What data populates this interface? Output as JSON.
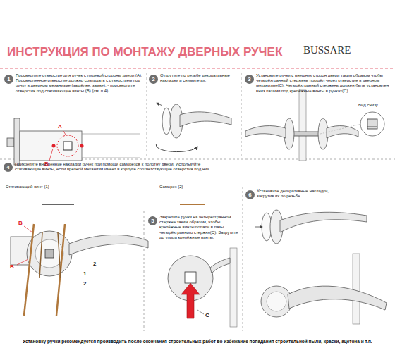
{
  "diagram": {
    "title": "ИНСТРУКЦИЯ ПО МОНТАЖУ ДВЕРНЫХ РУЧЕК",
    "caption": "Установку ручки рекомендуется производить после окончания строительных работ во избежание попадания строительной пыли, краски, ацетона и т.п.",
    "nodes": [
      {
        "text": [
          "1"
        ]
      },
      {
        "text": [
          "2"
        ]
      },
      {
        "text": [
          "3"
        ]
      },
      {
        "text": [
          "4"
        ]
      },
      {
        "text": [
          "5"
        ]
      },
      {
        "text": [
          "6"
        ]
      }
    ],
    "labels": [
      "BUSSARE",
      "Просверлите отверстие для ручек с лицевой стороны двери (А). Просверленное отверстие должно совпадать с отверстием под ручку в дверном механизме (защёлке, замке). - просверлите отверстия под стягивающие винты (В) (см. п.4)",
      "A",
      "B",
      "Открутите по резьбе декоративные накладки и снимите их.",
      "Установите ручки с внешних сторон двери таким образом чтобы четырёхгранный стержень прошёл через отверстие в дверном механизме(С). Четырёхгранный стержень должен быть установлен вниз пазами под крепёжные винты в ручках(С).",
      "Вид снизу",
      "Прикрепите внутренние накладки ручек при помощи саморезов к полотну двери. Используйте стягивающие винты, если врезной механизм имеет в корпусе соответствующие отверстия под них.",
      "Стягивающий винт (1)",
      "Саморез (2)",
      "B",
      "B",
      "1",
      "2",
      "2",
      "Закрепите ручки на четырехгранном стержне таким образом, чтобы крепёжные винты попали в пазы четырёхгранного стержня(С). Закрутите до упора крепёжные винты.",
      "C",
      "Установите декоративные накладки, закрутив их по резьбе."
    ]
  }
}
